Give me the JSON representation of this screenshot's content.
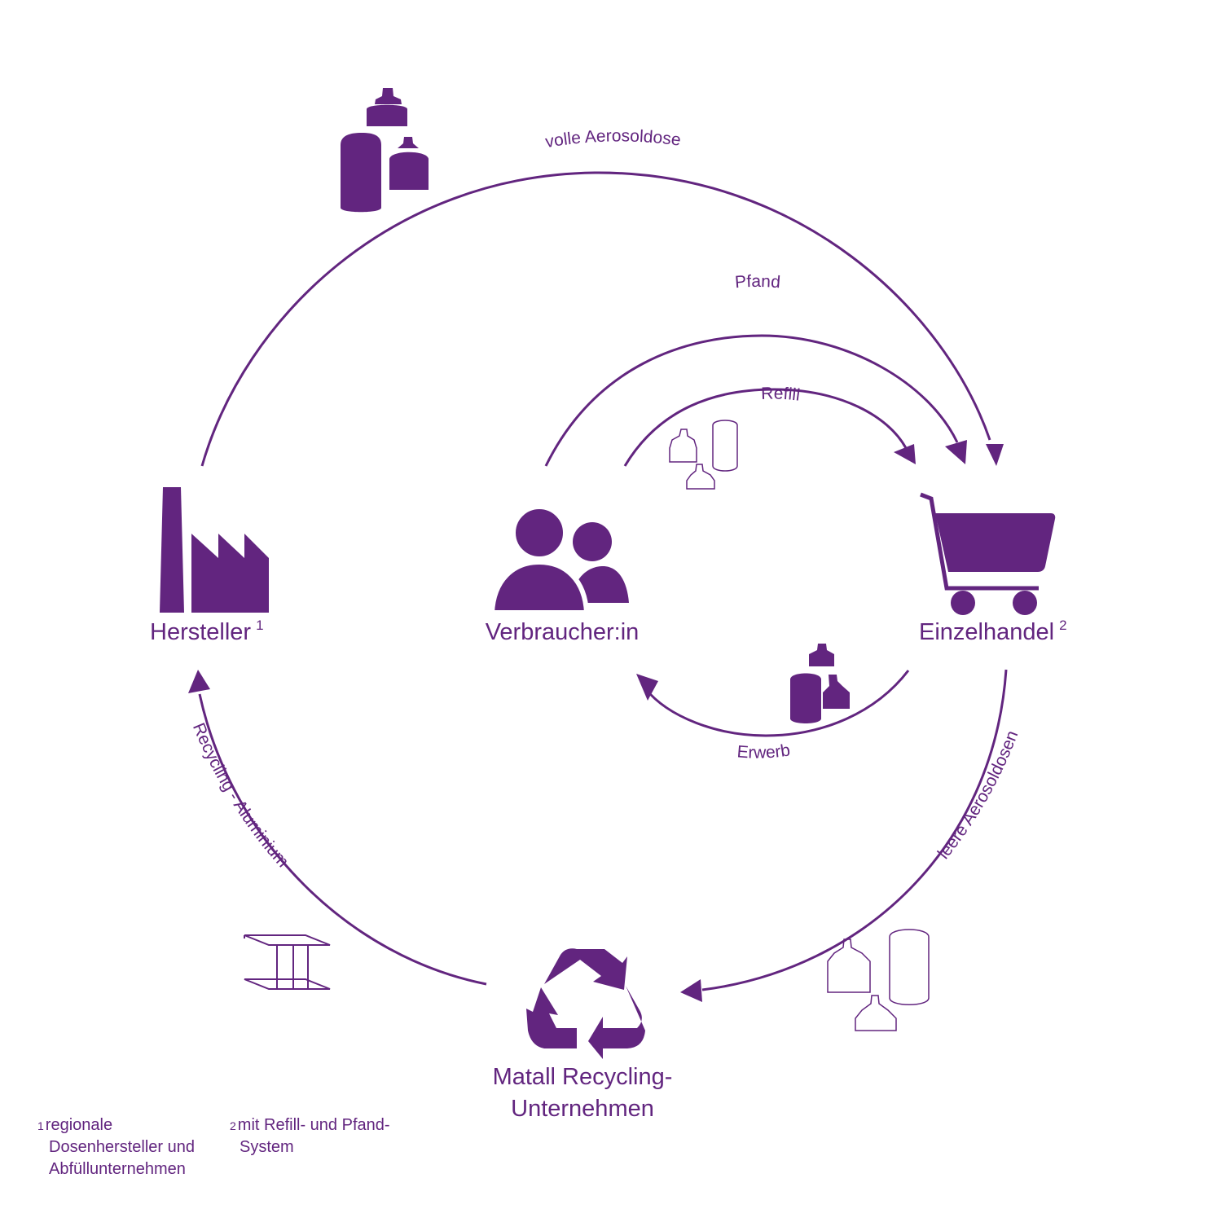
{
  "colors": {
    "primary": "#62257f",
    "background": "#ffffff"
  },
  "nodes": {
    "hersteller": {
      "label": "Hersteller",
      "note": "1",
      "icon": "factory-icon"
    },
    "verbraucher": {
      "label": "Verbraucher:in",
      "icon": "people-icon"
    },
    "einzelhandel": {
      "label": "Einzelhandel",
      "note": "2",
      "icon": "shopping-cart-icon"
    },
    "recycling": {
      "label_line1": "Matall Recycling-",
      "label_line2": "Unternehmen",
      "icon": "recycle-icon"
    }
  },
  "flows": {
    "volle": "volle Aerosoldose",
    "pfand": "Pfand",
    "refill": "Refill",
    "erwerb": "Erwerb",
    "leere": "leere Aerosoldosen",
    "recycling_alu": "Recycling - Aluminium"
  },
  "footnotes": {
    "note1": {
      "mark": "1",
      "line1": "regionale",
      "line2": "Dosenhersteller und",
      "line3": "Abfüllunternehmen"
    },
    "note2": {
      "mark": "2",
      "line1": "mit Refill- und Pfand-",
      "line2": "System"
    }
  }
}
